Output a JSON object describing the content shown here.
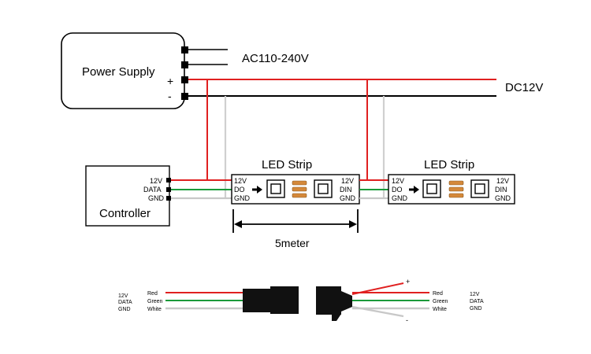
{
  "power_supply": {
    "label": "Power Supply",
    "plus": "+",
    "minus": "-",
    "ac_label": "AC110-240V",
    "dc_label": "DC12V"
  },
  "controller": {
    "label": "Controller",
    "pins": [
      "12V",
      "DATA",
      "GND"
    ]
  },
  "strip1": {
    "title": "LED Strip",
    "left_pins": [
      "12V",
      "DO",
      "GND"
    ],
    "right_pins": [
      "12V",
      "DIN",
      "GND"
    ]
  },
  "strip2": {
    "title": "LED Strip",
    "left_pins": [
      "12V",
      "DO",
      "GND"
    ],
    "right_pins": [
      "12V",
      "DIN",
      "GND"
    ]
  },
  "measure": {
    "label": "5meter"
  },
  "connector": {
    "left_signals": [
      "12V",
      "DATA",
      "GND"
    ],
    "left_colors": [
      "Red",
      "Green",
      "White"
    ],
    "right_colors": [
      "Red",
      "Green",
      "White"
    ],
    "right_signals": [
      "12V",
      "DATA",
      "GND"
    ],
    "plus": "+",
    "minus": "-"
  },
  "colors": {
    "red": "#e02020",
    "green": "#1a9a3a",
    "white_wire": "#c8c8c8",
    "black": "#000000"
  }
}
